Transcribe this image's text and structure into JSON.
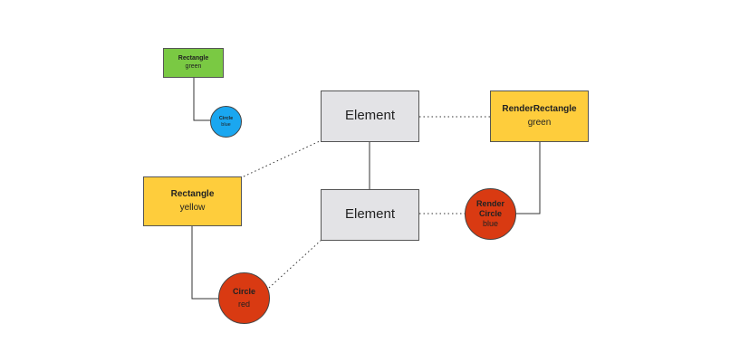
{
  "colors": {
    "green": "#7ac943",
    "blue": "#1aa7f0",
    "yellow": "#fecd3c",
    "red": "#d93a12",
    "element_gray": "#e3e3e6",
    "line": "#333333"
  },
  "nodes": {
    "widget_rect_small": {
      "title": "Rectangle",
      "subtitle": "green"
    },
    "widget_circle_small": {
      "title": "Circle",
      "subtitle": "blue"
    },
    "widget_rect": {
      "title": "Rectangle",
      "subtitle": "yellow"
    },
    "widget_circle": {
      "title": "Circle",
      "subtitle": "red"
    },
    "element_top": {
      "title": "Element"
    },
    "element_bottom": {
      "title": "Element"
    },
    "render_rect": {
      "title": "RenderRectangle",
      "subtitle": "green"
    },
    "render_circle": {
      "title_line1": "Render",
      "title_line2": "Circle",
      "subtitle": "blue"
    }
  }
}
